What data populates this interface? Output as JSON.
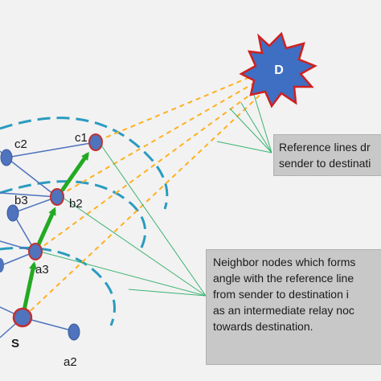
{
  "destination": {
    "label": "D"
  },
  "nodes": {
    "sender": "S",
    "a3": "a3",
    "b2": "b2",
    "c1": "c1",
    "c2": "c2",
    "b3": "b3",
    "a2": "a2"
  },
  "callouts": {
    "reference_lines": [
      "Reference lines dr",
      "sender to destinati"
    ],
    "neighbor_nodes": [
      "Neighbor nodes which forms",
      "angle with the reference  line",
      "from sender to  destination i",
      "as  an intermediate relay noc",
      "towards destination."
    ]
  },
  "colors": {
    "background": "#f2f2f2",
    "node_fill": "#4f73bd",
    "relay_node_fill": "#d85a5a",
    "relay_node_stroke": "#c03030",
    "path_arrow": "#22aa22",
    "reference_line": "#ffb020",
    "range_circle": "#2a9bbf",
    "leader_line": "#3cb371",
    "destination_fill": "#3e6fc2",
    "destination_stroke": "#d02020",
    "callout_bg": "#c8c8c8"
  },
  "icons": {
    "destination": "star-burst-icon",
    "node": "circle-node-icon"
  }
}
